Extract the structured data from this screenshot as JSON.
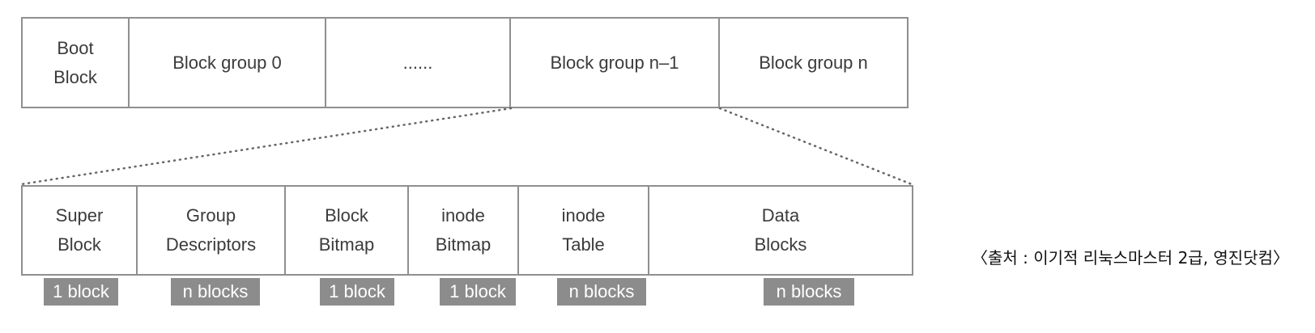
{
  "top_row": {
    "cells": [
      {
        "label": "Boot\nBlock"
      },
      {
        "label": "Block group 0"
      },
      {
        "label": "......"
      },
      {
        "label": "Block group n–1"
      },
      {
        "label": "Block group n"
      }
    ]
  },
  "bottom_row": {
    "cells": [
      {
        "label": "Super\nBlock",
        "size": "1 block"
      },
      {
        "label": "Group\nDescriptors",
        "size": "n blocks"
      },
      {
        "label": "Block\nBitmap",
        "size": "1 block"
      },
      {
        "label": "inode\nBitmap",
        "size": "1 block"
      },
      {
        "label": "inode\nTable",
        "size": "n blocks"
      },
      {
        "label": "Data\nBlocks",
        "size": "n blocks"
      }
    ]
  },
  "source": "〈출처 : 이기적 리눅스마스터 2급, 영진닷컴〉",
  "colors": {
    "border": "#8f8f8f",
    "badge": "#8c8c8c",
    "text": "#3b3b3b"
  }
}
